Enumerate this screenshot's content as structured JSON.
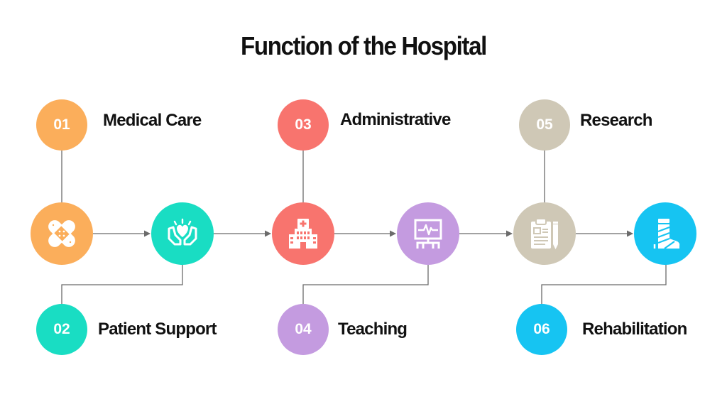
{
  "title": "Function of the Hospital",
  "colors": {
    "orange": "#FBAE5B",
    "teal": "#19DDC3",
    "red": "#F8746E",
    "purple": "#C49BE0",
    "beige": "#CFC8B6",
    "cyan": "#16C4F2",
    "line": "#6b6b6b"
  },
  "steps": [
    {
      "number": "01",
      "label": "Medical Care",
      "icon": "bandage-icon"
    },
    {
      "number": "02",
      "label": "Patient Support",
      "icon": "hands-heart-icon"
    },
    {
      "number": "03",
      "label": "Administrative",
      "icon": "hospital-building-icon"
    },
    {
      "number": "04",
      "label": "Teaching",
      "icon": "presentation-board-icon"
    },
    {
      "number": "05",
      "label": "Research",
      "icon": "clipboard-pencil-icon"
    },
    {
      "number": "06",
      "label": "Rehabilitation",
      "icon": "leg-cast-icon"
    }
  ]
}
